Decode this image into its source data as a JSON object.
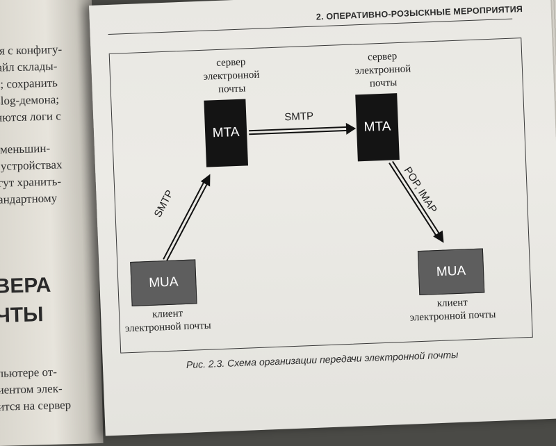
{
  "left_page": {
    "lines": [
      "ься с конфигу-",
      "файл склады-",
      "ва; сохранить",
      "yslog-демона;",
      "няются логи с",
      "к меньшин-",
      "х устройствах",
      "огут хранить-",
      "тандартному"
    ],
    "heading": [
      "ВЕРА",
      "ЧТЫ"
    ],
    "bottom_lines": [
      "пьютере от-",
      "иентом элек-",
      "ится на сервер"
    ]
  },
  "header": {
    "running_title": "2. ОПЕРАТИВНО-РОЗЫСКНЫЕ МЕРОПРИЯТИЯ"
  },
  "diagram": {
    "mta_left": {
      "label": "MTA",
      "caption": [
        "сервер",
        "электронной",
        "почты"
      ]
    },
    "mta_right": {
      "label": "MTA",
      "caption": [
        "сервер",
        "электронной",
        "почты"
      ]
    },
    "mua_left": {
      "label": "MUA",
      "caption": [
        "клиент",
        "электронной почты"
      ]
    },
    "mua_right": {
      "label": "MUA",
      "caption": [
        "клиент",
        "электронной почты"
      ]
    },
    "arrows": {
      "mta_to_mta": "SMTP",
      "mua_to_mta": "SMTP",
      "mta_to_mua": "POP, IMAP"
    }
  },
  "figure_caption": "Рис. 2.3. Схема организации передачи электронной почты",
  "colors": {
    "mta_fill": "#141414",
    "mua_fill": "#5e5e5e",
    "page": "#ecebe6"
  }
}
